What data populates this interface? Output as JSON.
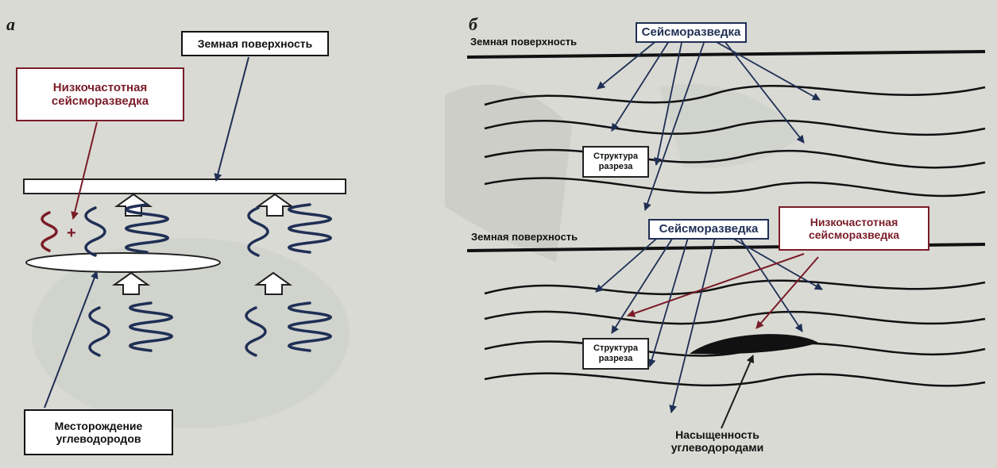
{
  "colors": {
    "navy": "#1f2f55",
    "dark_red": "#7a1c28",
    "ink": "#1a1a1a",
    "paper": "#d9dad4"
  },
  "panel_a": {
    "letter": "а",
    "surface_label": "Земная поверхность",
    "lf_seismic_label": "Низкочастотная сейсморазведка",
    "plus_sign": "+",
    "deposit_label": "Месторождение углеводородов"
  },
  "panel_b": {
    "letter": "б",
    "top": {
      "surface_label": "Земная поверхность",
      "seismic_label": "Сейсморазведка",
      "structure_label": "Структура разреза"
    },
    "bottom": {
      "surface_label": "Земная поверхность",
      "seismic_label": "Сейсморазведка",
      "lf_seismic_label": "Низкочастотная сейсморазведка",
      "structure_label": "Структура разреза",
      "saturation_label": "Насыщенность углеводородами"
    }
  }
}
